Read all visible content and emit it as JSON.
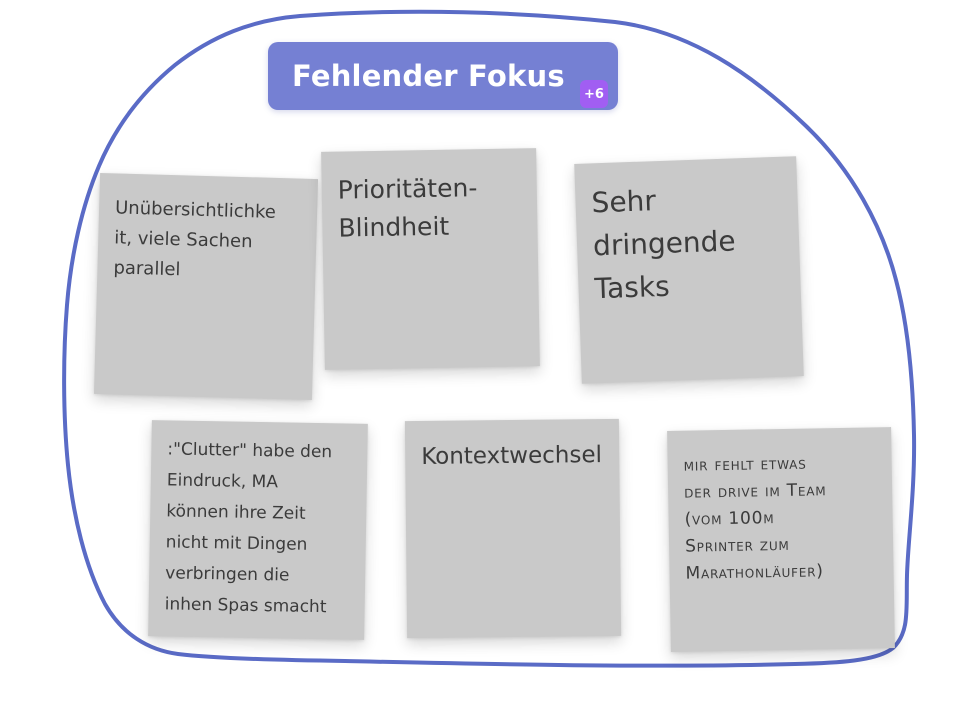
{
  "cluster": {
    "title": "Fehlender Fokus",
    "badge_count": "+6"
  },
  "colors": {
    "outline": "#5a6bc6",
    "header_bg": "#7580d3",
    "badge_bg": "#a15ef2",
    "note_bg": "#c9c9c9",
    "note_text": "#3b3b3b"
  },
  "notes": [
    {
      "name": "unuebersichtlichkeit",
      "lines": [
        "Unübersichtlichke",
        "it, viele Sachen",
        "parallel"
      ]
    },
    {
      "name": "prioritaeten-blindheit",
      "lines": [
        "Prioritäten-",
        "Blindheit"
      ]
    },
    {
      "name": "sehr-dringende-tasks",
      "lines": [
        "Sehr",
        "dringende",
        "Tasks"
      ]
    },
    {
      "name": "clutter",
      "lines": [
        ":\"Clutter\" habe den",
        "Eindruck, MA",
        "können ihre Zeit",
        "nicht mit Dingen",
        "verbringen die",
        "inhen Spas smacht"
      ]
    },
    {
      "name": "kontextwechsel",
      "lines": [
        "Kontextwechsel"
      ]
    },
    {
      "name": "drive-im-team",
      "lines": [
        "mir fehlt etwas",
        "der drive im Team",
        "(vom 100m",
        "Sprinter zum",
        "Marathonläufer)"
      ]
    }
  ]
}
